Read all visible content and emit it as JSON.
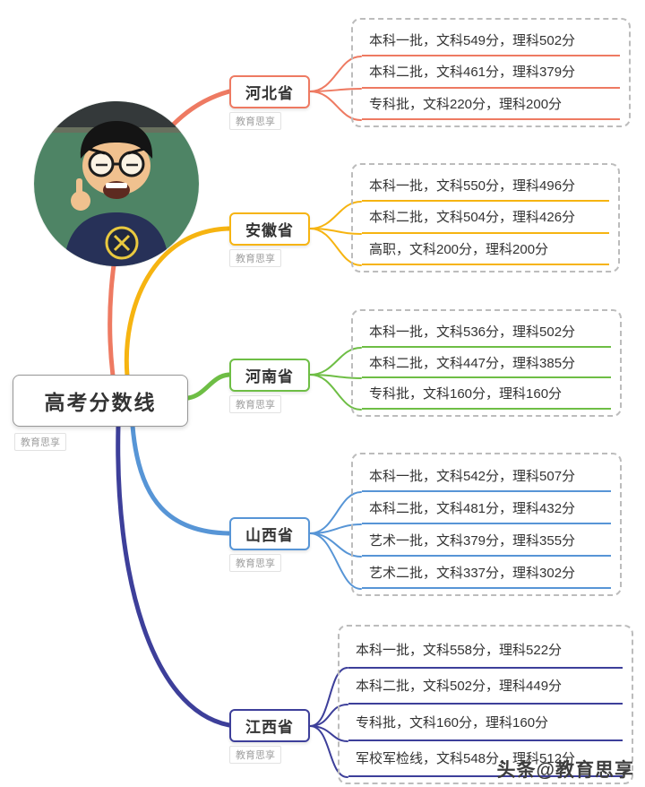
{
  "root": {
    "label": "高考分数线"
  },
  "watermark_label": "教育思享",
  "footer": {
    "credit": "头条@教育思享"
  },
  "branches": [
    {
      "name": "河北省",
      "color": "#ee7a62",
      "items": [
        "本科一批，文科549分，理科502分",
        "本科二批，文科461分，理科379分",
        "专科批，文科220分，理科200分"
      ]
    },
    {
      "name": "安徽省",
      "color": "#f6b411",
      "items": [
        "本科一批，文科550分，理科496分",
        "本科二批，文科504分，理科426分",
        "高职，文科200分，理科200分"
      ]
    },
    {
      "name": "河南省",
      "color": "#6ebe45",
      "items": [
        "本科一批，文科536分，理科502分",
        "本科二批，文科447分，理科385分",
        "专科批，文科160分，理科160分"
      ]
    },
    {
      "name": "山西省",
      "color": "#5795d6",
      "items": [
        "本科一批，文科542分，理科507分",
        "本科二批，文科481分，理科432分",
        "艺术一批，文科379分，理科355分",
        "艺术二批，文科337分，理科302分"
      ]
    },
    {
      "name": "江西省",
      "color": "#3d3f9a",
      "items": [
        "本科一批，文科558分，理科522分",
        "本科二批，文科502分，理科449分",
        "专科批，文科160分，理科160分",
        "军校军检线，文科548分，理科512分"
      ]
    }
  ]
}
